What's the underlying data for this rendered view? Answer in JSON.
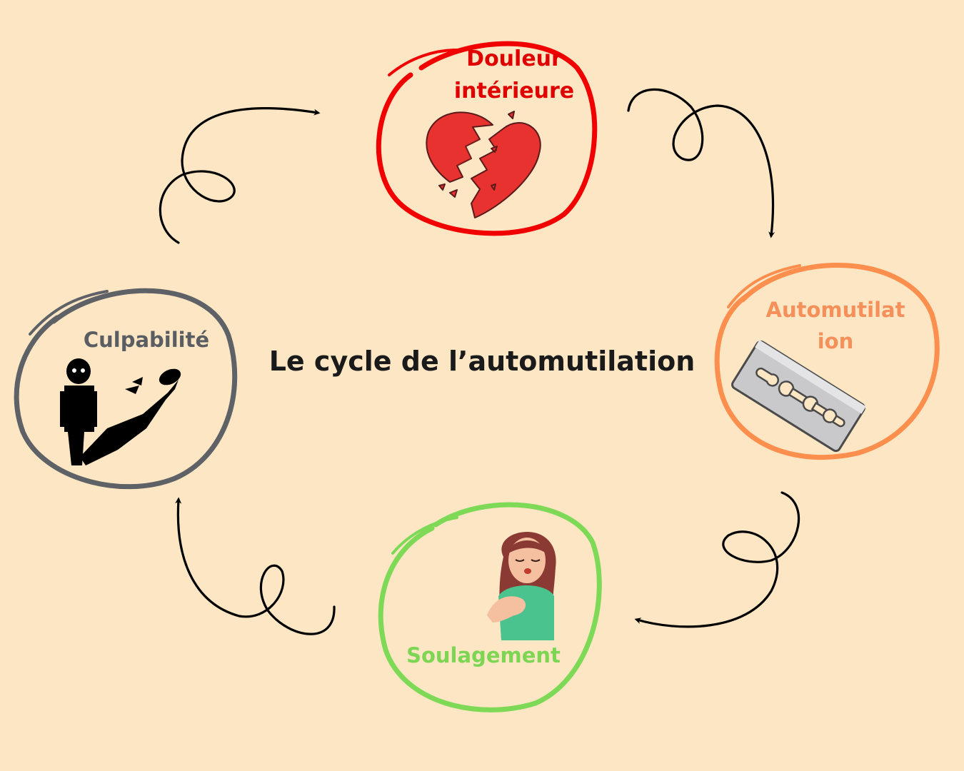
{
  "title": "Le cycle de l’automutilation",
  "stages": {
    "douleur": {
      "line1": "Douleur",
      "line2": "intérieure",
      "color": "#e00000",
      "icon": "broken-heart-icon"
    },
    "automutilation": {
      "line1": "Automutilat",
      "line2": "ion",
      "color": "#f5905a",
      "icon": "razor-blade-icon"
    },
    "soulagement": {
      "label": "Soulagement",
      "color": "#7dd653",
      "icon": "relieved-woman-icon"
    },
    "culpabilite": {
      "label": "Culpabilité",
      "color": "#5a5e63",
      "icon": "guilty-person-icon"
    }
  },
  "background": "#fde6c4"
}
